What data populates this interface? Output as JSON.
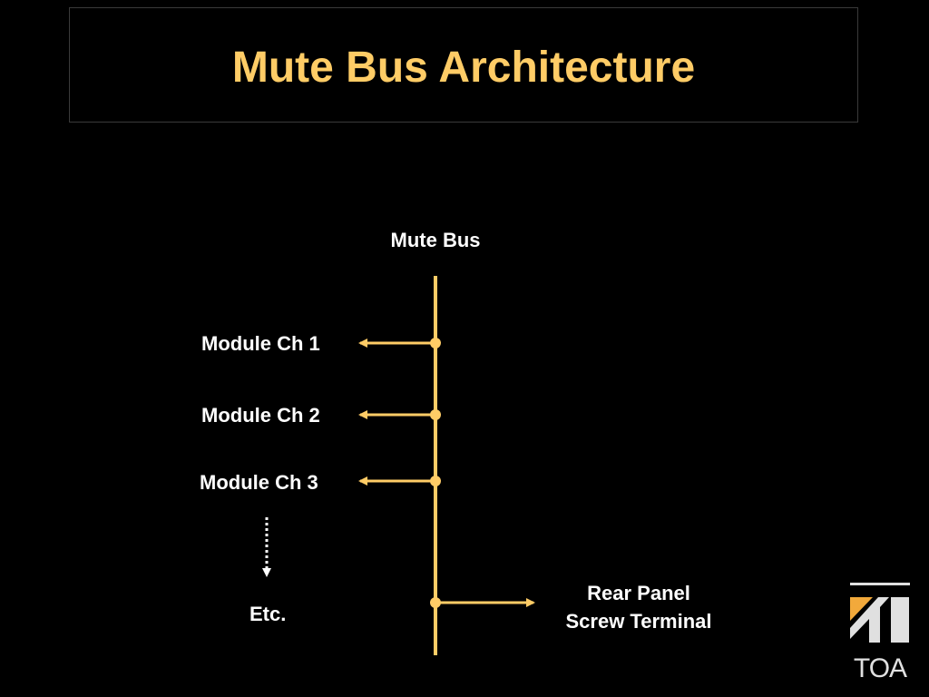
{
  "slide": {
    "title": "Mute Bus Architecture"
  },
  "diagram": {
    "bus_label": "Mute Bus",
    "modules": [
      {
        "label": "Module Ch 1"
      },
      {
        "label": "Module Ch 2"
      },
      {
        "label": "Module Ch 3"
      }
    ],
    "etc_label": "Etc.",
    "output_line1": "Rear Panel",
    "output_line2": "Screw Terminal"
  },
  "logo": {
    "text": "TOA",
    "icon": "toa-logo-icon"
  },
  "colors": {
    "background": "#000000",
    "title": "#ffcc66",
    "bus": "#ffcc66",
    "text": "#ffffff",
    "logo_accent": "#f2a93b"
  }
}
